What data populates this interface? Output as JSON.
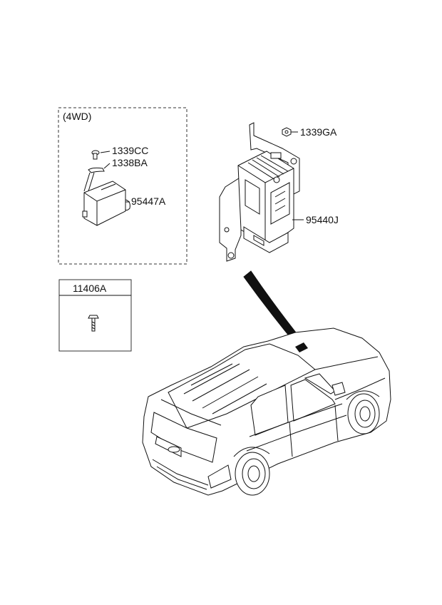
{
  "diagram": {
    "group_4wd": {
      "title": "(4WD)",
      "parts": {
        "bolt_a": "1339CC",
        "bolt_b": "1338BA",
        "module": "95447A"
      }
    },
    "fastener_box": {
      "title": "11406A"
    },
    "main_unit": {
      "nut": "1339GA",
      "module": "95440J"
    }
  }
}
